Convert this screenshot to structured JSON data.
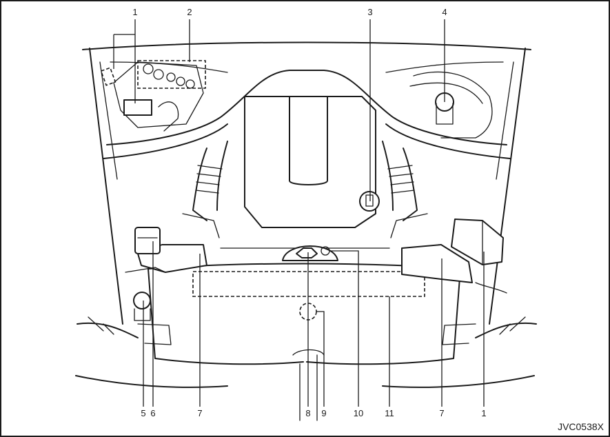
{
  "callouts": [
    "1",
    "2",
    "3",
    "4",
    "5",
    "6",
    "7",
    "7",
    "8",
    "9",
    "10",
    "11",
    "1"
  ],
  "figure_code": "JVC0538X"
}
